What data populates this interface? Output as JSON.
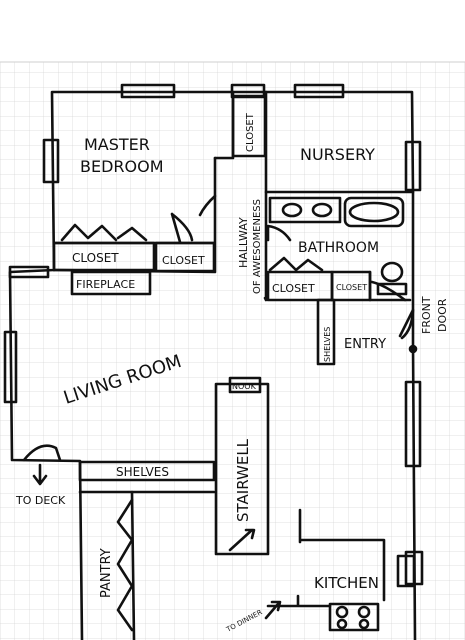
{
  "labels": {
    "master_bedroom_1": "MASTER",
    "master_bedroom_2": "BEDROOM",
    "nursery": "NURSERY",
    "closet_master": "CLOSET",
    "closet_small": "CLOSET",
    "closet_hall": "CLOSET",
    "fireplace": "FIREPLACE",
    "hallway_1": "HALLWAY",
    "hallway_2": "OF AWESOMENESS",
    "bathroom": "BATHROOM",
    "closet_bath": "CLOSET",
    "closet_bath_small": "CLOSET",
    "shelves_vertical": "SHELVES",
    "entry": "ENTRY",
    "front_door_1": "FRONT",
    "front_door_2": "DOOR",
    "living_room": "LIVING ROOM",
    "nook": "NOOK",
    "stairwell": "STAIRWELL",
    "shelves": "SHELVES",
    "to_deck": "TO DECK",
    "pantry": "PANTRY",
    "kitchen": "KITCHEN",
    "to_dinner": "TO DINNER"
  }
}
